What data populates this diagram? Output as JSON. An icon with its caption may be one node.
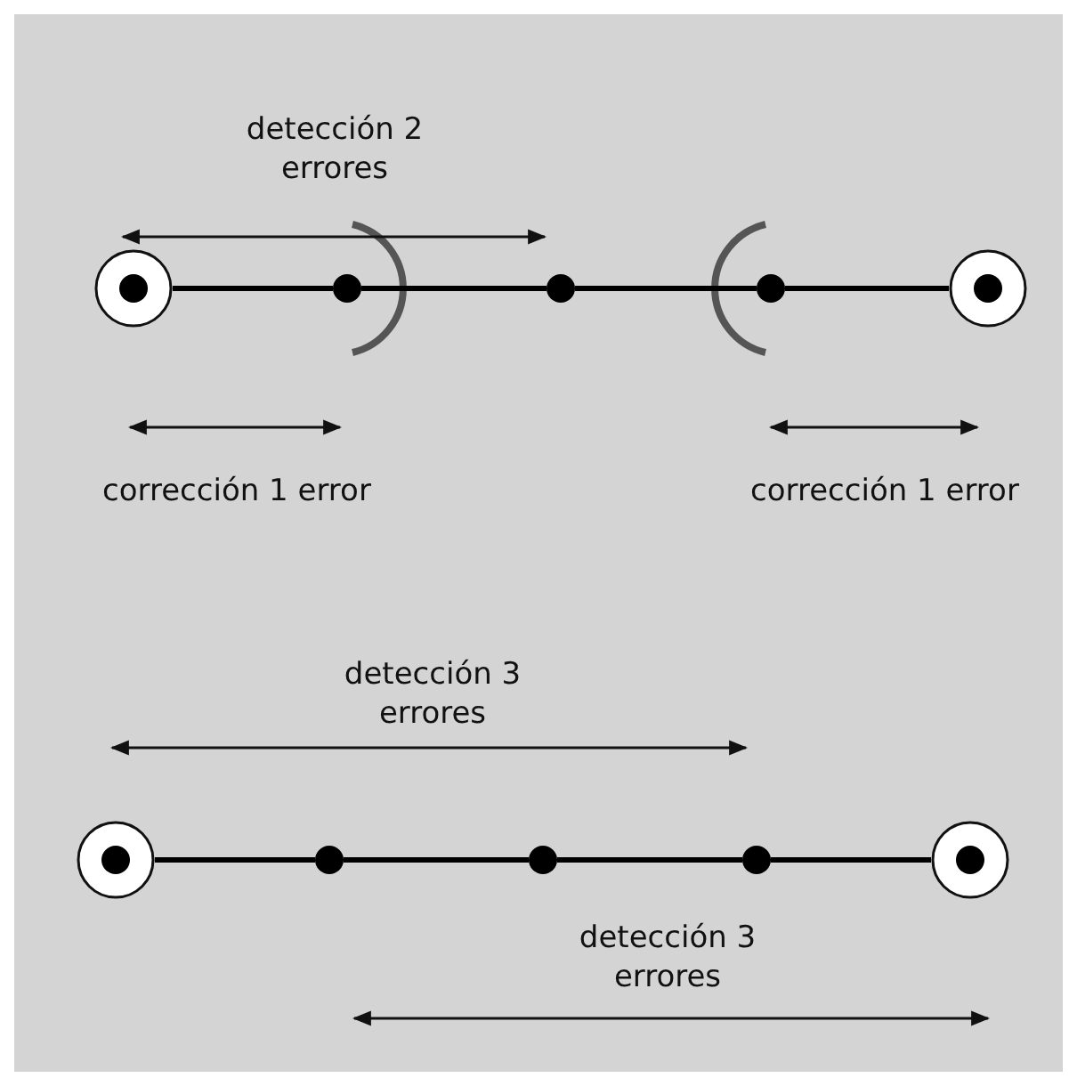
{
  "diagram": {
    "nodes": [
      {
        "text": [],
        "shape": "circle"
      },
      {
        "text": [],
        "shape": "dot"
      },
      {
        "text": [],
        "shape": "dot"
      },
      {
        "text": [],
        "shape": "dot"
      },
      {
        "text": [],
        "shape": "circle"
      },
      {
        "text": [],
        "shape": "circle"
      },
      {
        "text": [],
        "shape": "dot"
      },
      {
        "text": [],
        "shape": "dot"
      },
      {
        "text": [],
        "shape": "dot"
      },
      {
        "text": [],
        "shape": "circle"
      }
    ],
    "edges": [
      {
        "from": 0,
        "to": 1,
        "arrow": "none"
      },
      {
        "from": 1,
        "to": 2,
        "arrow": "none"
      },
      {
        "from": 2,
        "to": 3,
        "arrow": "none"
      },
      {
        "from": 3,
        "to": 4,
        "arrow": "none"
      },
      {
        "from": 5,
        "to": 6,
        "arrow": "none"
      },
      {
        "from": 6,
        "to": 7,
        "arrow": "none"
      },
      {
        "from": 7,
        "to": 8,
        "arrow": "none"
      },
      {
        "from": 8,
        "to": 9,
        "arrow": "none"
      }
    ],
    "labels": [
      "detección 2 errores",
      "corrección 1 error",
      "corrección 1 error",
      "detección 3 errores",
      "detección 3 errores"
    ]
  }
}
